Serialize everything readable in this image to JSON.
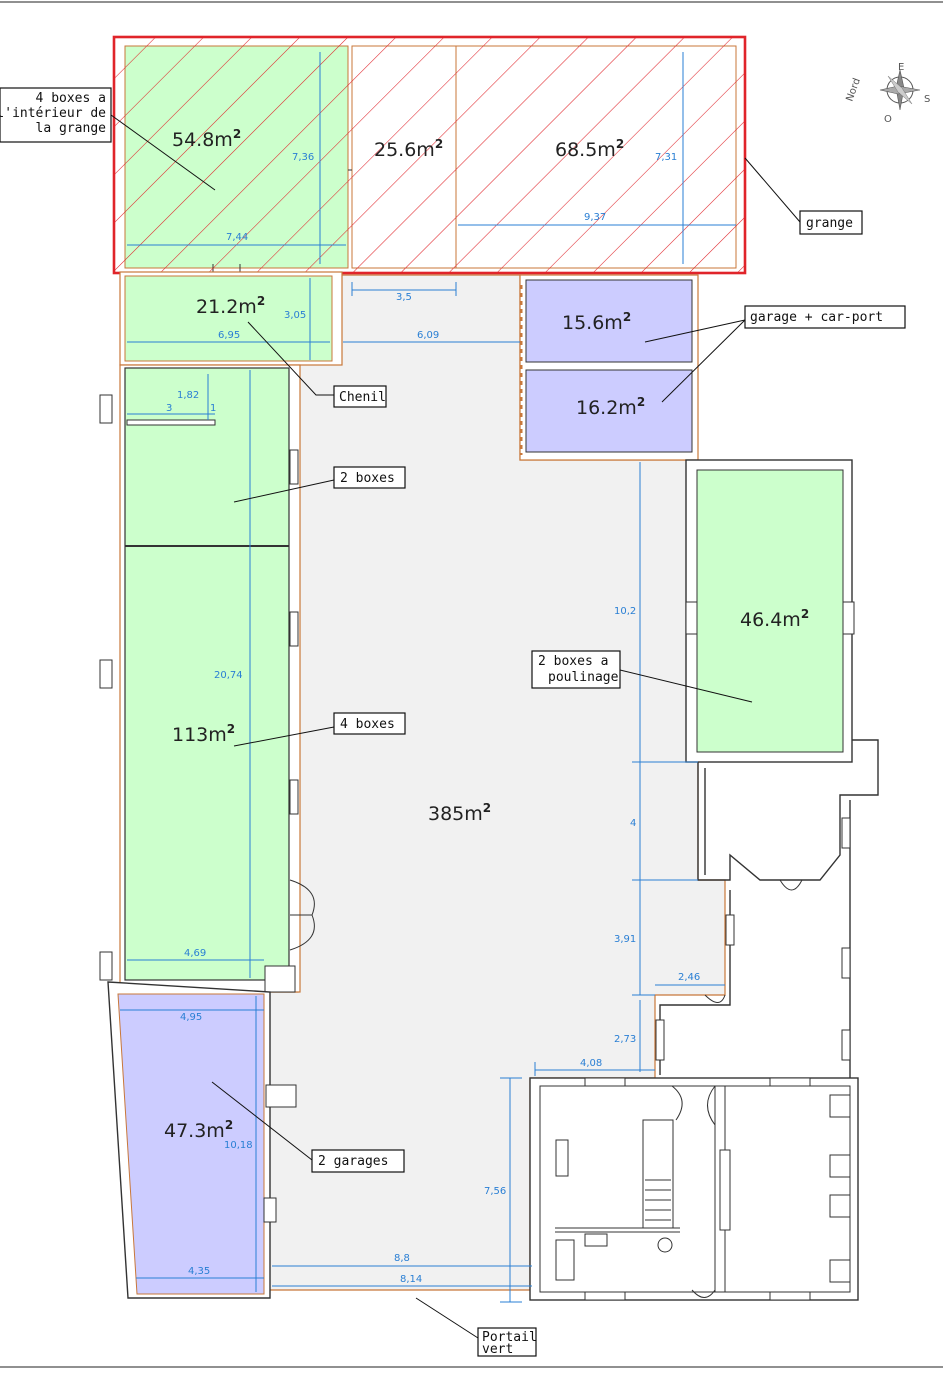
{
  "areas": {
    "a1": "54.8m",
    "a2": "25.6m",
    "a3": "68.5m",
    "a4": "21.2m",
    "a5": "15.6m",
    "a6": "16.2m",
    "a7": "113m",
    "a8": "46.4m",
    "a9": "385m",
    "a10": "47.3m",
    "sup": "2"
  },
  "labels": {
    "grange_inside_l1": "4 boxes a",
    "grange_inside_l2": "l'intérieur de",
    "grange_inside_l3": "la grange",
    "grange": "grange",
    "garage_carport": "garage + car-port",
    "chenil": "Chenil",
    "two_boxes": "2 boxes",
    "four_boxes": "4 boxes",
    "poulinage_l1": "2 boxes a",
    "poulinage_l2": "poulinage",
    "two_garages": "2 garages",
    "portail_l1": "Portail",
    "portail_l2": "vert"
  },
  "compass": {
    "north": "Nord",
    "west": "O",
    "east": "E",
    "south": "S"
  },
  "dimensions": {
    "d736": "7,36",
    "d744": "7,44",
    "d731": "7,31",
    "d937": "9,37",
    "d35": "3,5",
    "d305": "3,05",
    "d695": "6,95",
    "d609": "6,09",
    "d182": "1,82",
    "d3": "3",
    "d1": "1",
    "d2074": "20,74",
    "d469": "4,69",
    "d102": "10,2",
    "d4": "4",
    "d391": "3,91",
    "d246": "2,46",
    "d273": "2,73",
    "d408": "4,08",
    "d495": "4,95",
    "d1018": "10,18",
    "d435": "4,35",
    "d756": "7,56",
    "d88": "8,8",
    "d814": "8,14"
  },
  "colors": {
    "stable_green": "#ccffcc",
    "garage_purple": "#ccccff",
    "courtyard_grey": "#f1f1f1",
    "grange_outline": "#e0242a",
    "dimension_blue": "#2a7fd4",
    "wall_orange": "#c8773a"
  }
}
